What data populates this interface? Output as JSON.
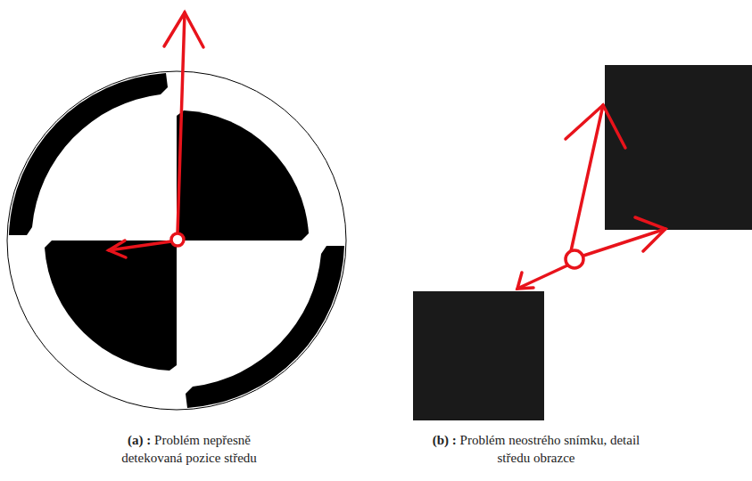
{
  "diagram": {
    "labels": [
      "(a) :",
      "Problém nepřesně detekovaná pozice středu",
      "(b) :",
      "Problém neostrého snímku, detail středu obrazce"
    ]
  }
}
